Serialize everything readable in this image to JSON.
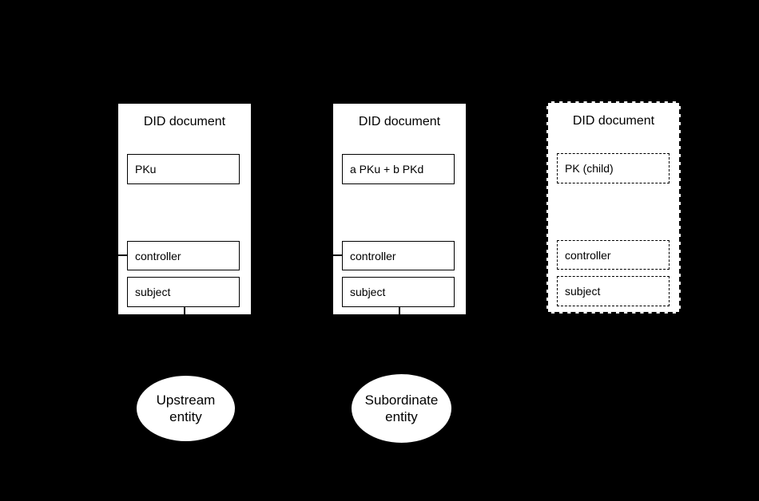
{
  "colors": {
    "background": "#000000",
    "box_fill": "#ffffff",
    "border": "#000000",
    "text": "#000000"
  },
  "documents": [
    {
      "title": "DID document",
      "public_key": "PKu",
      "controller": "controller",
      "subject": "subject",
      "border_style": "solid"
    },
    {
      "title": "DID document",
      "public_key": "a PKu + b PKd",
      "controller": "controller",
      "subject": "subject",
      "border_style": "solid"
    },
    {
      "title": "DID document",
      "public_key": "PK (child)",
      "controller": "controller",
      "subject": "subject",
      "border_style": "dashed"
    }
  ],
  "entities": [
    {
      "name": "Upstream entity",
      "line1": "Upstream",
      "line2": "entity"
    },
    {
      "name": "Subordinate entity",
      "line1": "Subordinate",
      "line2": "entity"
    }
  ]
}
